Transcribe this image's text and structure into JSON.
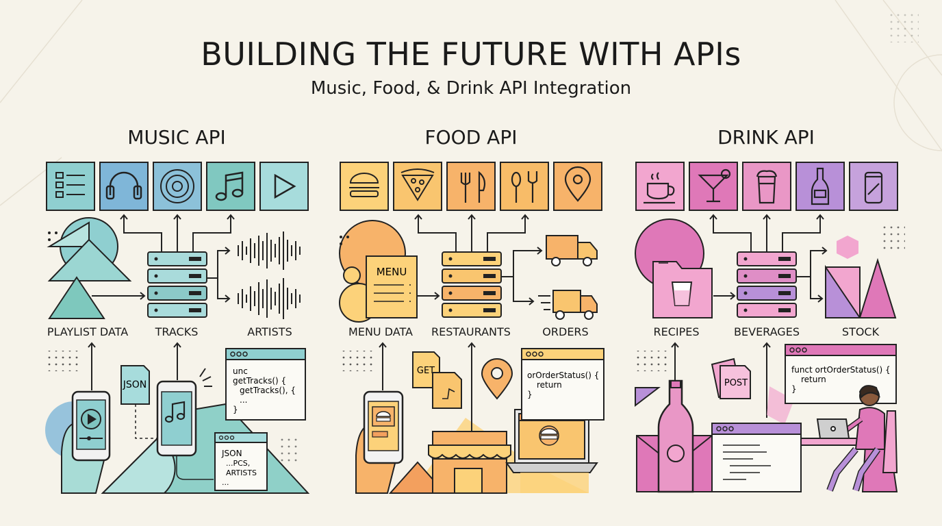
{
  "header": {
    "title": "BUILDING THE FUTURE WITH APIs",
    "subtitle": "Music, Food, & Drink API Integration"
  },
  "music": {
    "title": "MUSIC API",
    "labels": {
      "playlist": "PLAYLIST DATA",
      "tracks": "TRACKS",
      "artists": "ARTISTS"
    },
    "json_tag": "JSON",
    "code_lines": [
      "unc",
      "getTracks() {",
      "getTracks(), {",
      "...",
      "}"
    ],
    "json_lines": [
      "JSON",
      "...PCS,",
      "ARTISTS",
      "..."
    ],
    "colors": {
      "blue": "#7fb6d8",
      "teal": "#8fd0c8",
      "light": "#b7e3df"
    }
  },
  "food": {
    "title": "FOOD API",
    "labels": {
      "menu": "MENU DATA",
      "restaurants": "RESTAURANTS",
      "orders": "ORDERS"
    },
    "menu_sign": "MENU",
    "get_tag": "GET",
    "code_lines": [
      "orOrderStatus() {",
      "return",
      "}"
    ],
    "colors": {
      "yellow": "#fcd27a",
      "orange": "#f7b36a",
      "deep": "#f3a05e"
    }
  },
  "drink": {
    "title": "DRINK API",
    "labels": {
      "recipes": "RECIPES",
      "beverages": "BEVERAGES",
      "stock": "STOCK"
    },
    "post_tag": "POST",
    "code_lines": [
      "funct ortOrderStatus() {",
      "return",
      "}"
    ],
    "colors": {
      "pink": "#f2a6cf",
      "magenta": "#df78b8",
      "purple": "#b890d8"
    }
  }
}
